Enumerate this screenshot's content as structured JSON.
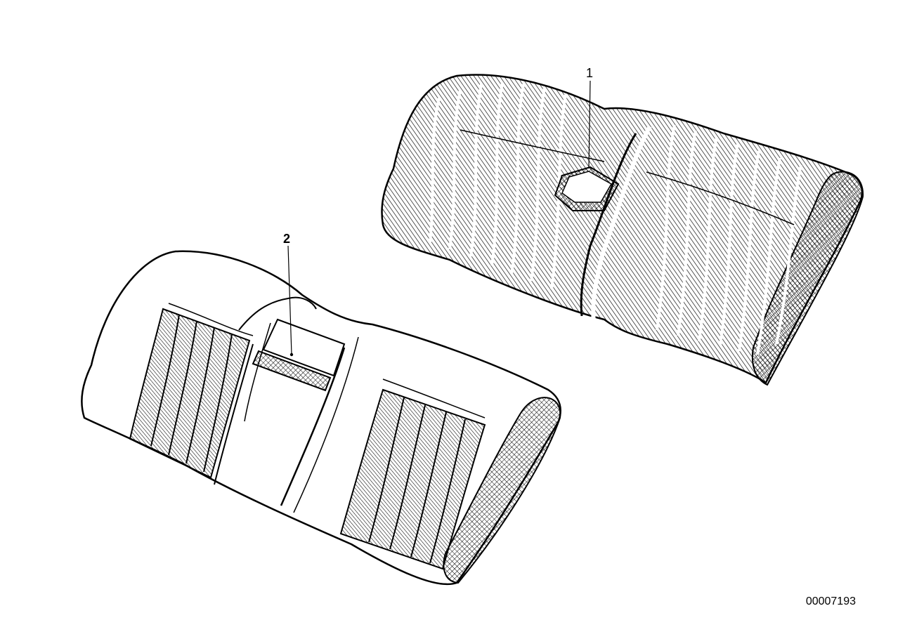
{
  "callouts": {
    "item_1": "1",
    "item_2": "2"
  },
  "document_number": "00007193",
  "parts": [
    {
      "label": "1",
      "name": "rear-seat-cover-upper"
    },
    {
      "label": "2",
      "name": "rear-seat-cover-lower"
    }
  ],
  "colors": {
    "ink": "#000000",
    "paper": "#ffffff"
  }
}
